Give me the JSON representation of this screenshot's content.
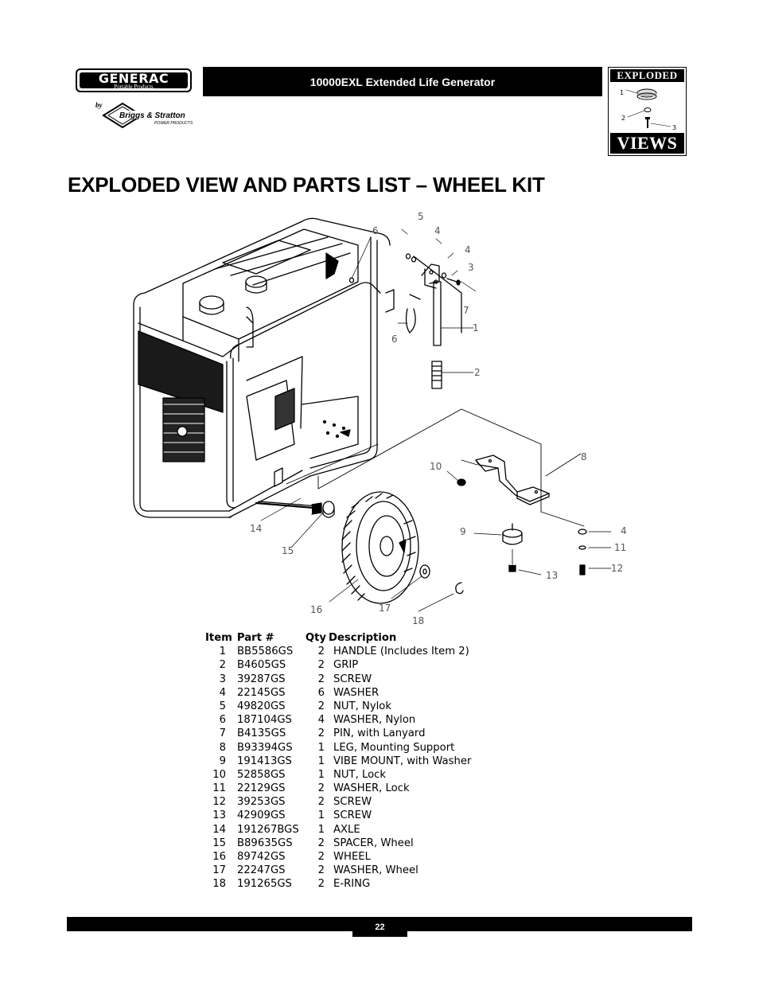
{
  "header": {
    "brand": "GENERAC",
    "brand_sub": "Portable Products",
    "by": "by",
    "partner": "Briggs & Stratton",
    "partner_sub": "POWER PRODUCTS",
    "product_title": "10000EXL Extended Life Generator",
    "badge_top": "EXPLODED",
    "badge_bottom": "VIEWS",
    "badge_callouts": [
      "1",
      "2",
      "3"
    ]
  },
  "page_title": "EXPLODED VIEW AND PARTS LIST – WHEEL KIT",
  "diagram": {
    "callouts": [
      "1",
      "2",
      "3",
      "4",
      "4",
      "4",
      "5",
      "6",
      "6",
      "7",
      "8",
      "9",
      "10",
      "11",
      "12",
      "13",
      "14",
      "15",
      "16",
      "17",
      "18"
    ]
  },
  "parts_list": {
    "headers": {
      "item": "Item",
      "part": "Part #",
      "qty": "Qty",
      "desc": "Description"
    },
    "rows": [
      {
        "item": "1",
        "part": "BB5586GS",
        "qty": "2",
        "desc": "HANDLE (Includes Item 2)"
      },
      {
        "item": "2",
        "part": "B4605GS",
        "qty": "2",
        "desc": "GRIP"
      },
      {
        "item": "3",
        "part": "39287GS",
        "qty": "2",
        "desc": "SCREW"
      },
      {
        "item": "4",
        "part": "22145GS",
        "qty": "6",
        "desc": "WASHER"
      },
      {
        "item": "5",
        "part": "49820GS",
        "qty": "2",
        "desc": "NUT, Nylok"
      },
      {
        "item": "6",
        "part": "187104GS",
        "qty": "4",
        "desc": "WASHER, Nylon"
      },
      {
        "item": "7",
        "part": "B4135GS",
        "qty": "2",
        "desc": "PIN, with Lanyard"
      },
      {
        "item": "8",
        "part": "B93394GS",
        "qty": "1",
        "desc": "LEG, Mounting Support"
      },
      {
        "item": "9",
        "part": "191413GS",
        "qty": "1",
        "desc": "VIBE MOUNT, with Washer"
      },
      {
        "item": "10",
        "part": "52858GS",
        "qty": "1",
        "desc": "NUT, Lock"
      },
      {
        "item": "11",
        "part": "22129GS",
        "qty": "2",
        "desc": "WASHER, Lock"
      },
      {
        "item": "12",
        "part": "39253GS",
        "qty": "2",
        "desc": "SCREW"
      },
      {
        "item": "13",
        "part": "42909GS",
        "qty": "1",
        "desc": "SCREW"
      },
      {
        "item": "14",
        "part": "191267BGS",
        "qty": "1",
        "desc": "AXLE"
      },
      {
        "item": "15",
        "part": "B89635GS",
        "qty": "2",
        "desc": "SPACER, Wheel"
      },
      {
        "item": "16",
        "part": "89742GS",
        "qty": "2",
        "desc": "WHEEL"
      },
      {
        "item": "17",
        "part": "22247GS",
        "qty": "2",
        "desc": "WASHER, Wheel"
      },
      {
        "item": "18",
        "part": "191265GS",
        "qty": "2",
        "desc": "E-RING"
      }
    ]
  },
  "footer": {
    "page_number": "22"
  }
}
